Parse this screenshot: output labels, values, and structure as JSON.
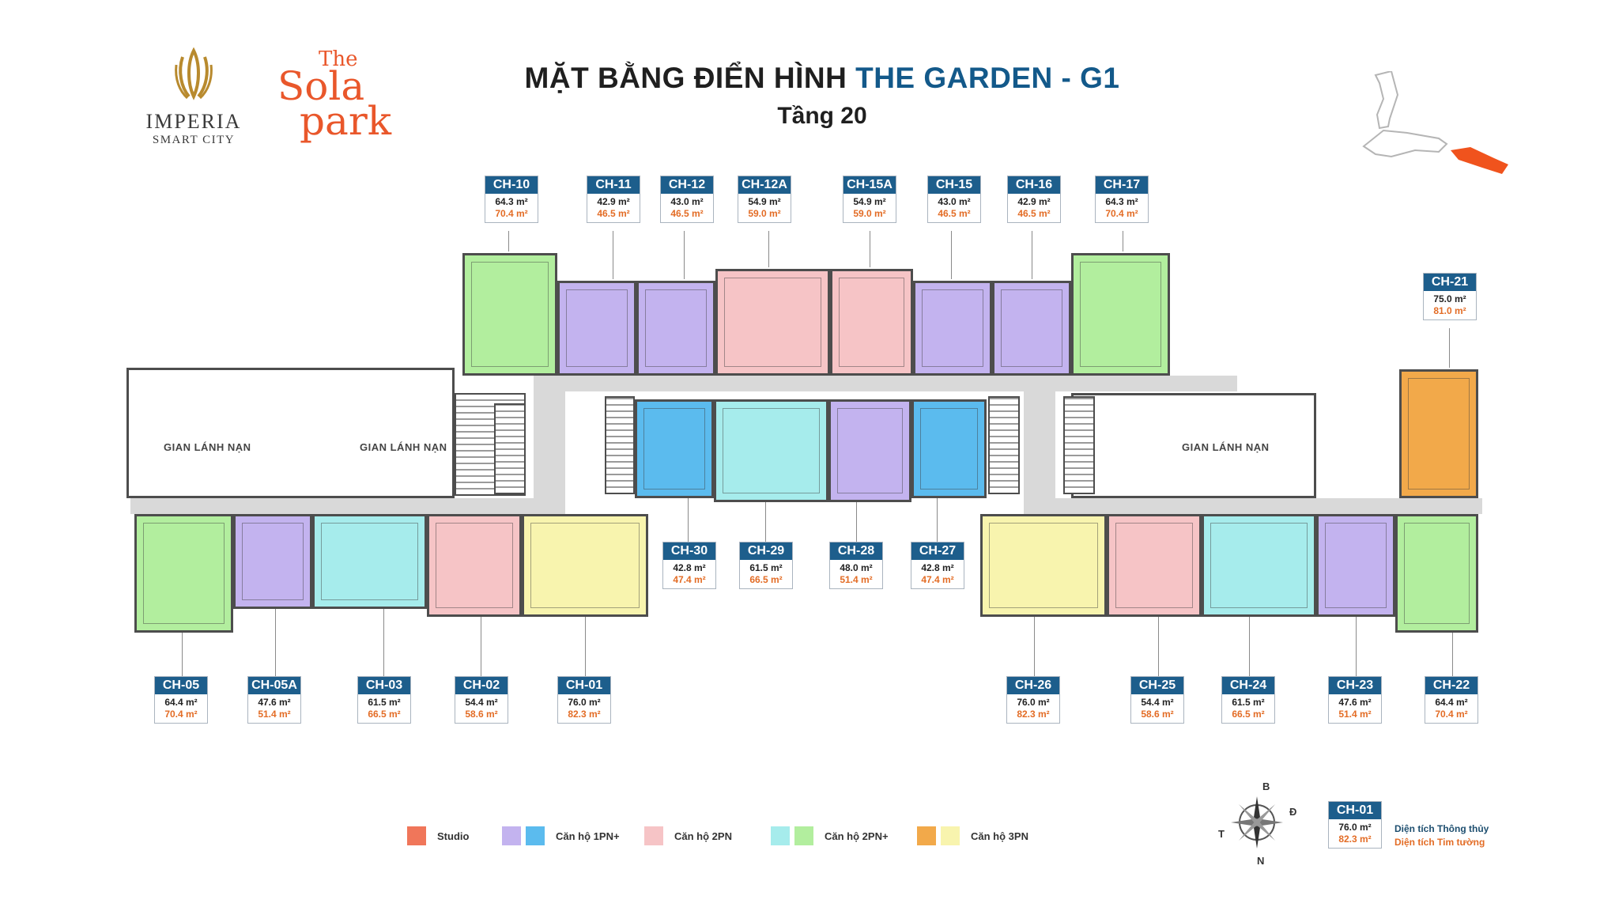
{
  "brand": {
    "imperia_name": "IMPERIA",
    "imperia_sub": "SMART CITY",
    "sola_line1": "The",
    "sola_line2": "Sola",
    "sola_line3": "park"
  },
  "title": {
    "prefix": "MẶT BẰNG ĐIỂN HÌNH",
    "accent": "THE GARDEN - G1",
    "subtitle": "Tầng 20"
  },
  "colors": {
    "studio": "#f0765a",
    "purple": "#c3b3ef",
    "blue": "#5bbbee",
    "pink": "#f6c4c6",
    "teal": "#a6ecec",
    "green": "#b2ee9e",
    "orange": "#f2a94a",
    "yellow": "#f8f4ae",
    "corridor": "#d9d9d9",
    "label_blue": "#1d5e8c",
    "label_orange": "#e36c25"
  },
  "gian_lanh_nan": [
    "GIAN LÁNH NẠN",
    "GIAN LÁNH NẠN",
    "GIAN LÁNH NẠN"
  ],
  "units": [
    {
      "code": "CH-10",
      "area1": "64.3 m²",
      "area2": "70.4 m²",
      "color": "green"
    },
    {
      "code": "CH-11",
      "area1": "42.9 m²",
      "area2": "46.5 m²",
      "color": "purple"
    },
    {
      "code": "CH-12",
      "area1": "43.0 m²",
      "area2": "46.5 m²",
      "color": "purple"
    },
    {
      "code": "CH-12A",
      "area1": "54.9 m²",
      "area2": "59.0 m²",
      "color": "pink"
    },
    {
      "code": "CH-15A",
      "area1": "54.9 m²",
      "area2": "59.0 m²",
      "color": "pink"
    },
    {
      "code": "CH-15",
      "area1": "43.0 m²",
      "area2": "46.5 m²",
      "color": "purple"
    },
    {
      "code": "CH-16",
      "area1": "42.9 m²",
      "area2": "46.5 m²",
      "color": "purple"
    },
    {
      "code": "CH-17",
      "area1": "64.3 m²",
      "area2": "70.4 m²",
      "color": "green"
    },
    {
      "code": "CH-21",
      "area1": "75.0 m²",
      "area2": "81.0 m²",
      "color": "orange"
    },
    {
      "code": "CH-30",
      "area1": "42.8 m²",
      "area2": "47.4 m²",
      "color": "blue"
    },
    {
      "code": "CH-29",
      "area1": "61.5 m²",
      "area2": "66.5 m²",
      "color": "teal"
    },
    {
      "code": "CH-28",
      "area1": "48.0 m²",
      "area2": "51.4 m²",
      "color": "purple"
    },
    {
      "code": "CH-27",
      "area1": "42.8 m²",
      "area2": "47.4 m²",
      "color": "blue"
    },
    {
      "code": "CH-05",
      "area1": "64.4 m²",
      "area2": "70.4 m²",
      "color": "green"
    },
    {
      "code": "CH-05A",
      "area1": "47.6 m²",
      "area2": "51.4 m²",
      "color": "purple"
    },
    {
      "code": "CH-03",
      "area1": "61.5 m²",
      "area2": "66.5 m²",
      "color": "teal"
    },
    {
      "code": "CH-02",
      "area1": "54.4 m²",
      "area2": "58.6 m²",
      "color": "pink"
    },
    {
      "code": "CH-01",
      "area1": "76.0 m²",
      "area2": "82.3 m²",
      "color": "yellow"
    },
    {
      "code": "CH-26",
      "area1": "76.0 m²",
      "area2": "82.3 m²",
      "color": "yellow"
    },
    {
      "code": "CH-25",
      "area1": "54.4 m²",
      "area2": "58.6 m²",
      "color": "pink"
    },
    {
      "code": "CH-24",
      "area1": "61.5 m²",
      "area2": "66.5 m²",
      "color": "teal"
    },
    {
      "code": "CH-23",
      "area1": "47.6 m²",
      "area2": "51.4 m²",
      "color": "purple"
    },
    {
      "code": "CH-22",
      "area1": "64.4 m²",
      "area2": "70.4 m²",
      "color": "green"
    }
  ],
  "legend": [
    {
      "label": "Studio",
      "swatches": [
        "studio"
      ]
    },
    {
      "label": "Căn hộ 1PN+",
      "swatches": [
        "purple",
        "blue"
      ]
    },
    {
      "label": "Căn hộ 2PN",
      "swatches": [
        "pink"
      ]
    },
    {
      "label": "Căn hộ 2PN+",
      "swatches": [
        "teal",
        "green"
      ]
    },
    {
      "label": "Căn hộ 3PN",
      "swatches": [
        "orange",
        "yellow"
      ]
    }
  ],
  "compass": {
    "north_top": "B",
    "south": "N",
    "west": "T",
    "east": "Đ"
  },
  "key": {
    "code": "CH-01",
    "area1": "76.0 m²",
    "area2": "82.3 m²",
    "desc1": "Diện tích Thông thủy",
    "desc2": "Diện tích Tim tường"
  }
}
